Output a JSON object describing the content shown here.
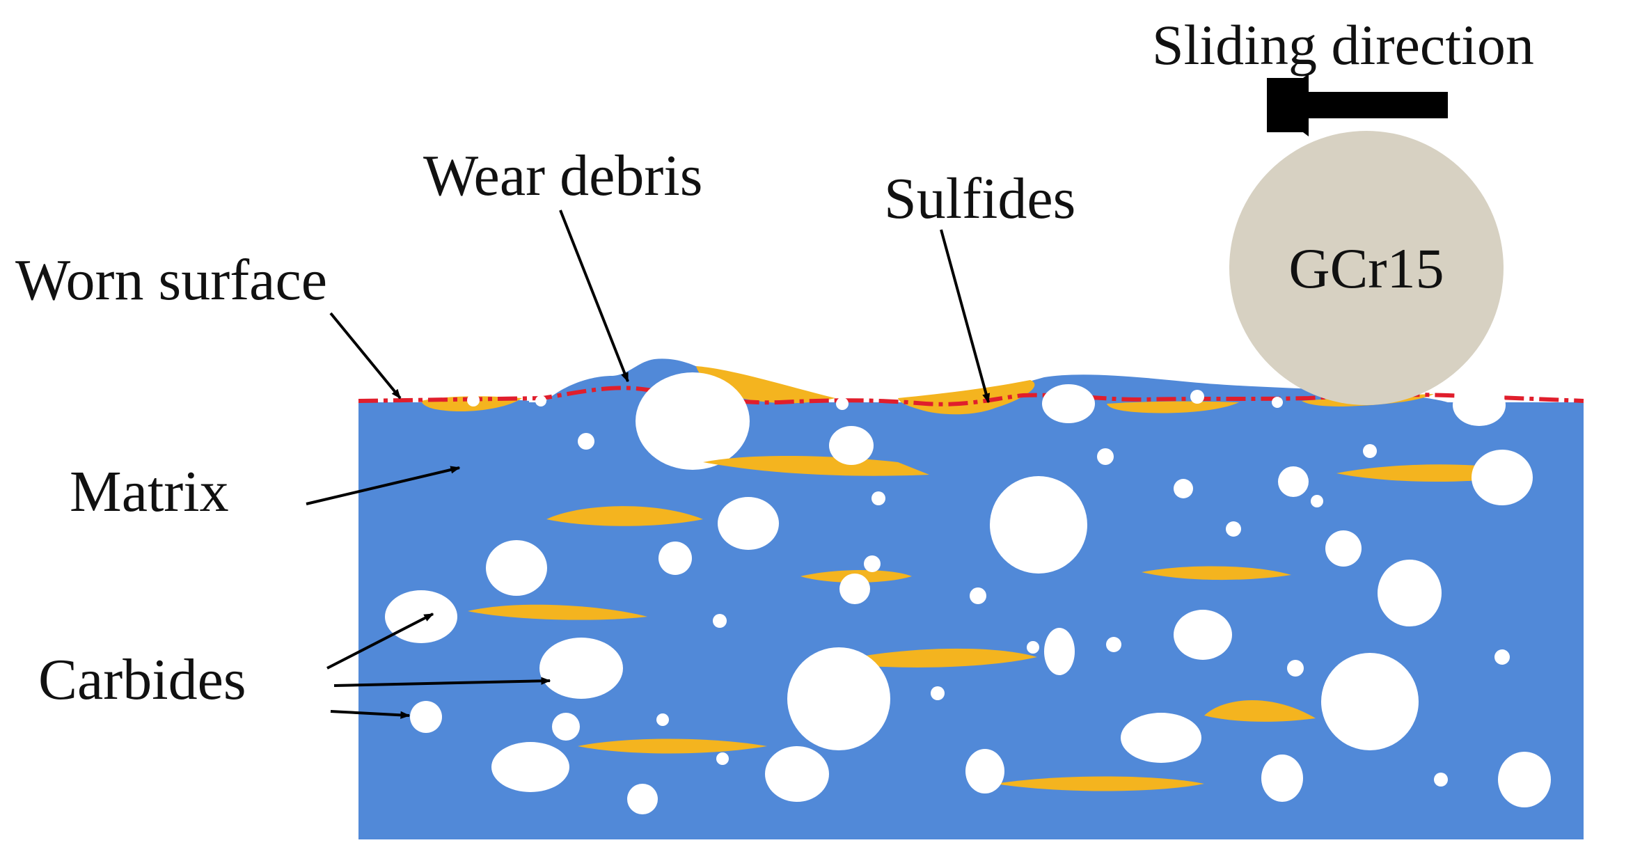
{
  "labels": {
    "sliding_direction": "Sliding direction",
    "ball": "GCr15",
    "wear_debris": "Wear debris",
    "sulfides": "Sulfides",
    "worn_surface": "Worn surface",
    "matrix": "Matrix",
    "carbides": "Carbides"
  },
  "colors": {
    "matrix": "#5189d8",
    "carbide": "#ffffff",
    "sulfide": "#f4b41f",
    "worn_line": "#e01e2c",
    "ball": "#d7d1c2",
    "arrow": "#000000",
    "text": "#111111"
  },
  "icons": {
    "sliding_arrow": "left-arrow-icon"
  }
}
